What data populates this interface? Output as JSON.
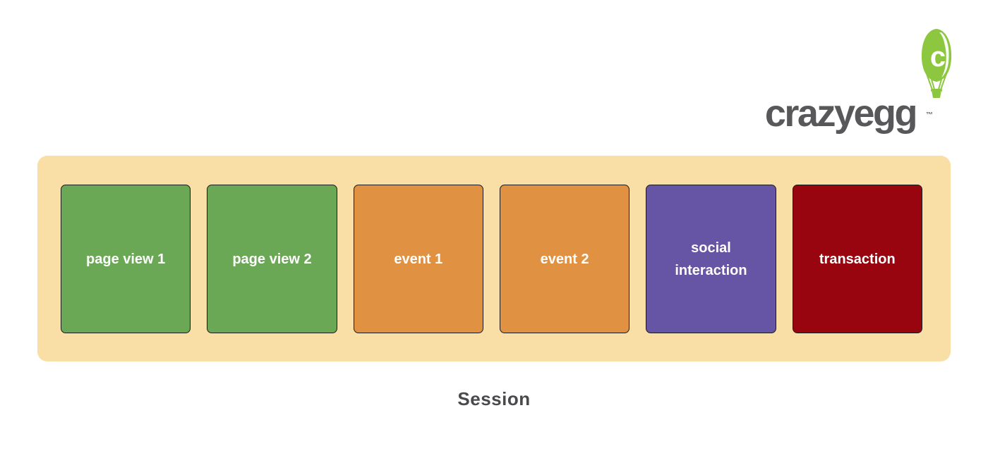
{
  "logo": {
    "brand": "crazyegg",
    "trademark": "™",
    "icon": "hot-air-balloon-icon",
    "text_color": "#58585a",
    "green": "#8dc63f"
  },
  "diagram": {
    "container_color": "#f9dfa5",
    "box_border_color": "#1a1a1a",
    "session_label": "Session",
    "boxes": [
      {
        "label": "page view 1",
        "color": "#6ba856"
      },
      {
        "label": "page view 2",
        "color": "#6ba856"
      },
      {
        "label": "event 1",
        "color": "#e09142"
      },
      {
        "label": "event 2",
        "color": "#e09142"
      },
      {
        "label": "social interaction",
        "color": "#6654a5"
      },
      {
        "label": "transaction",
        "color": "#98050e"
      }
    ]
  }
}
